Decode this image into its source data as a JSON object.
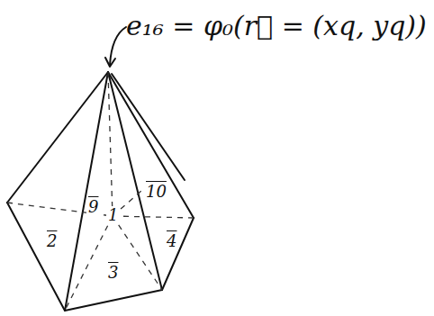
{
  "diagram": {
    "labels": [
      "e₁₆ = φ₀(r⃗ = (xq, yq))",
      "1",
      "9",
      "10",
      "2",
      "3",
      "4"
    ]
  }
}
